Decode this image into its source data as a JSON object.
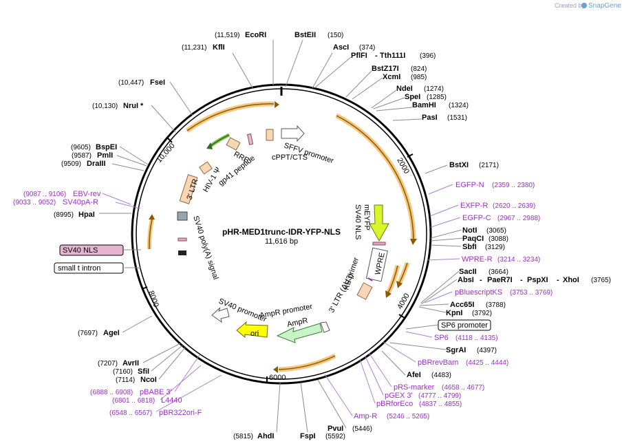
{
  "credit": {
    "prefix": "Created by",
    "brand": "SnapGene"
  },
  "plasmid": {
    "name": "pHR-MED1trunc-IDR-YFP-NLS",
    "size": "11,616 bp"
  },
  "ticks": [
    "2000",
    "4000",
    "6000",
    "8000",
    "10,000"
  ],
  "sites": [
    {
      "name": "EcoRI",
      "pos": "(11,519)"
    },
    {
      "name": "BstEII",
      "pos": "(150)"
    },
    {
      "name": "KflI",
      "pos": "(11,231)"
    },
    {
      "name": "AscI",
      "pos": "(374)"
    },
    {
      "name": "PflFI",
      "name2": "Tth111I",
      "pos": "(396)"
    },
    {
      "name": "BstZ17I",
      "pos": "(824)"
    },
    {
      "name": "XcmI",
      "pos": "(985)"
    },
    {
      "name": "NdeI",
      "pos": "(1274)"
    },
    {
      "name": "SpeI",
      "pos": "(1285)"
    },
    {
      "name": "BamHI",
      "pos": "(1324)"
    },
    {
      "name": "PasI",
      "pos": "(1531)"
    },
    {
      "name": "FseI",
      "pos": "(10,447)"
    },
    {
      "name": "NruI *",
      "pos": "(10,130)"
    },
    {
      "name": "BspEI",
      "pos": "(9605)"
    },
    {
      "name": "PmlI",
      "pos": "(9587)"
    },
    {
      "name": "DraIII",
      "pos": "(9509)"
    },
    {
      "name": "BstXI",
      "pos": "(2171)"
    },
    {
      "name": "HpaI",
      "pos": "(8995)"
    },
    {
      "name": "NotI",
      "pos": "(3065)"
    },
    {
      "name": "PaqCI",
      "pos": "(3088)"
    },
    {
      "name": "SbfI",
      "pos": "(3129)"
    },
    {
      "name": "SacII",
      "pos": "(3664)"
    },
    {
      "name": "AbsI",
      "name2": "PaeR7I",
      "name3": "PspXI",
      "name4": "XhoI",
      "pos": "(3765)"
    },
    {
      "name": "Acc65I",
      "pos": "(3788)"
    },
    {
      "name": "KpnI",
      "pos": "(3792)"
    },
    {
      "name": "AgeI",
      "pos": "(7697)"
    },
    {
      "name": "SgrAI",
      "pos": "(4397)"
    },
    {
      "name": "AfeI",
      "pos": "(4483)"
    },
    {
      "name": "AvrII",
      "pos": "(7207)"
    },
    {
      "name": "SfiI",
      "pos": "(7160)"
    },
    {
      "name": "NcoI",
      "pos": "(7114)"
    },
    {
      "name": "PvuI",
      "pos": "(5446)"
    },
    {
      "name": "AhdI",
      "pos": "(5815)"
    },
    {
      "name": "FspI",
      "pos": "(5592)"
    }
  ],
  "primers": [
    {
      "name": "EBV-rev",
      "pos": "(9087 .. 9106)"
    },
    {
      "name": "SV40pA-R",
      "pos": "(9033 .. 9052)"
    },
    {
      "name": "EGFP-N",
      "pos": "(2359 .. 2380)"
    },
    {
      "name": "EXFP-R",
      "pos": "(2620 .. 2639)"
    },
    {
      "name": "EGFP-C",
      "pos": "(2967 .. 2988)"
    },
    {
      "name": "WPRE-R",
      "pos": "(3214 .. 3234)"
    },
    {
      "name": "pBluescriptKS",
      "pos": "(3753 .. 3769)"
    },
    {
      "name": "SP6",
      "pos": "(4118 .. 4135)"
    },
    {
      "name": "pBRrevBam",
      "pos": "(4425 .. 4444)"
    },
    {
      "name": "pRS-marker",
      "pos": "(4658 .. 4677)"
    },
    {
      "name": "pGEX 3'",
      "pos": "(4777 .. 4799)"
    },
    {
      "name": "pBRforEco",
      "pos": "(4837 .. 4855)"
    },
    {
      "name": "Amp-R",
      "pos": "(5246 .. 5265)"
    },
    {
      "name": "pBABE 3'",
      "pos": "(6888 .. 6908)"
    },
    {
      "name": "L4440",
      "pos": "(6801 .. 6818)"
    },
    {
      "name": "pBR322ori-F",
      "pos": "(6548 .. 6567)"
    }
  ],
  "boxed": {
    "sv40_nls": "SV40 NLS",
    "small_t": "small t intron",
    "sp6_promoter": "SP6 promoter"
  },
  "features": {
    "sffv": "SFFV promoter",
    "cppt": "cPPT/CTS",
    "rre": "RRE",
    "gp41": "gp41 peptide",
    "hiv": "HIV-1 Ψ",
    "ltr3": "3' LTR",
    "meyfp": "mEYFP",
    "sv40nls": "SV40 NLS",
    "wpre": "WPRE",
    "ks": "KS primer",
    "ltr_du3": "3' LTR (ΔU3)",
    "ampr_prom": "AmpR promoter",
    "ampr": "AmpR",
    "ori": "ori",
    "sv40prom": "SV40 promoter",
    "sv40polya": "SV40 poly(A) signal"
  },
  "colors": {
    "primer": "#9b2fc4",
    "orange_arc": "#f5c77e",
    "meyfp": "#d6f52a",
    "ori": "#ffff00",
    "ampr": "#c8f5c8",
    "ltr": "#f9d6b5"
  }
}
